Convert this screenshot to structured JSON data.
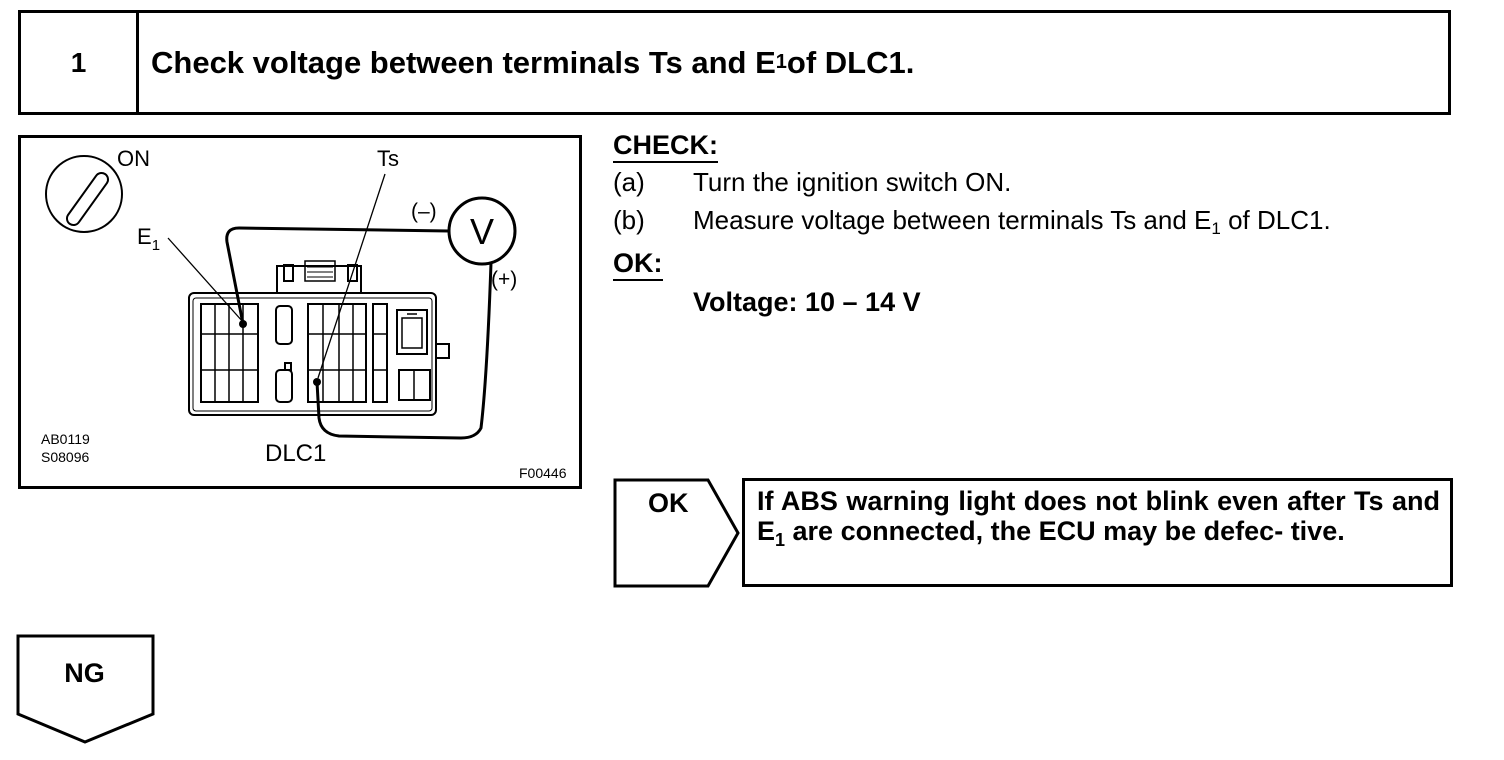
{
  "header": {
    "step_number": "1",
    "title_pre": "Check voltage between terminals Ts and E",
    "title_sub": "1",
    "title_post": " of DLC1."
  },
  "figure": {
    "label_on": "ON",
    "label_ts": "Ts",
    "label_e": "E",
    "label_e_sub": "1",
    "label_minus": "(–)",
    "label_plus": "(+)",
    "label_v": "V",
    "label_dlc": "DLC1",
    "code_1": "AB0119",
    "code_2": "S08096",
    "code_3": "F00446"
  },
  "check": {
    "heading": "CHECK:",
    "step_a_label": "(a)",
    "step_a_text": "Turn the ignition switch ON.",
    "step_b_label": "(b)",
    "step_b_pre": "Measure voltage between terminals Ts and E",
    "step_b_sub": "1",
    "step_b_post": " of DLC1.",
    "ok_heading": "OK:",
    "spec": "Voltage: 10 – 14 V"
  },
  "result": {
    "ok_label": "OK",
    "text_1": "If ABS warning light does not blink even after Ts and E",
    "text_sub": "1",
    "text_2": " are connected, the ECU may be defec- tive."
  },
  "ng": {
    "label": "NG"
  }
}
